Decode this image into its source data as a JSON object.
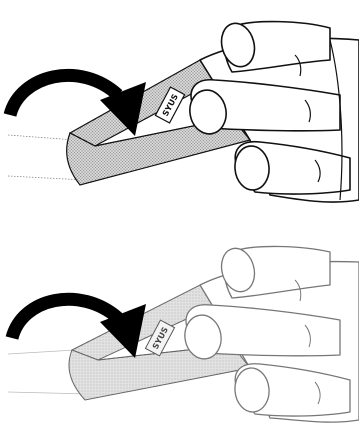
{
  "panels": [
    {
      "id": "top",
      "tag_label": "SYUS",
      "strip_color": "#b9b9b9",
      "arrow_color": "#000000"
    },
    {
      "id": "bottom",
      "tag_label": "SYUS",
      "strip_color": "#c8c8c8",
      "arrow_color": "#000000"
    }
  ],
  "icons": [
    "curved-arrow-icon",
    "hand-illustration"
  ]
}
